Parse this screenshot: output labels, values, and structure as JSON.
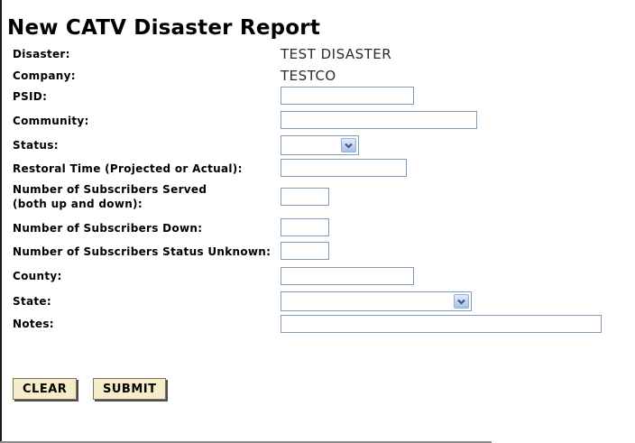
{
  "page": {
    "title": "New CATV Disaster Report"
  },
  "form": {
    "disaster": {
      "label": "Disaster:",
      "value": "TEST DISASTER"
    },
    "company": {
      "label": "Company:",
      "value": "TESTCO"
    },
    "psid": {
      "label": "PSID:",
      "value": ""
    },
    "community": {
      "label": "Community:",
      "value": ""
    },
    "status": {
      "label": "Status:",
      "selected_option": ""
    },
    "restoral_time": {
      "label": "Restoral Time (Projected or Actual):",
      "value": ""
    },
    "subscribers_served": {
      "label_line1": "Number of Subscribers Served",
      "label_line2": "(both up and down):",
      "value": ""
    },
    "subscribers_down": {
      "label": "Number of Subscribers Down:",
      "value": ""
    },
    "subscribers_unknown": {
      "label": "Number of Subscribers Status Unknown:",
      "value": ""
    },
    "county": {
      "label": "County:",
      "value": ""
    },
    "state": {
      "label": "State:",
      "selected_option": ""
    },
    "notes": {
      "label": "Notes:",
      "value": ""
    }
  },
  "buttons": {
    "clear_label": "CLEAR",
    "submit_label": "SUBMIT"
  },
  "colors": {
    "input_border": "#7f9db9",
    "select_arrow_bg": "#bcd0f0",
    "select_arrow_glyph": "#44547e",
    "button_bg": "#f7ecca",
    "button_shadow": "#4d4d4d",
    "frame_edge": "#1a1a1a"
  }
}
